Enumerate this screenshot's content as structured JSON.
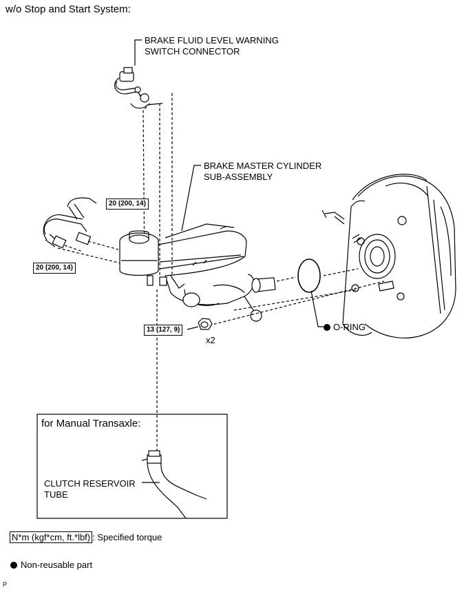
{
  "header": {
    "title": "w/o Stop and Start System:"
  },
  "callouts": {
    "brake_fluid_switch_line1": "BRAKE FLUID LEVEL WARNING",
    "brake_fluid_switch_line2": "SWITCH CONNECTOR",
    "master_cylinder_line1": "BRAKE MASTER CYLINDER",
    "master_cylinder_line2": "SUB-ASSEMBLY",
    "o_ring": "O-RING",
    "quantity": "x2"
  },
  "torques": {
    "upper_tube": "20 (200, 14)",
    "lower_tube": "20 (200, 14)",
    "nut": "13 (127, 9)"
  },
  "inset": {
    "title": "for Manual Transaxle:",
    "label_line1": "CLUTCH RESERVOIR",
    "label_line2": "TUBE"
  },
  "legend": {
    "torque_unit": "N*m (kgf*cm, ft.*lbf)",
    "torque_desc": ": Specified torque",
    "non_reusable": "Non-reusable part"
  },
  "footer": {
    "code": "P"
  }
}
